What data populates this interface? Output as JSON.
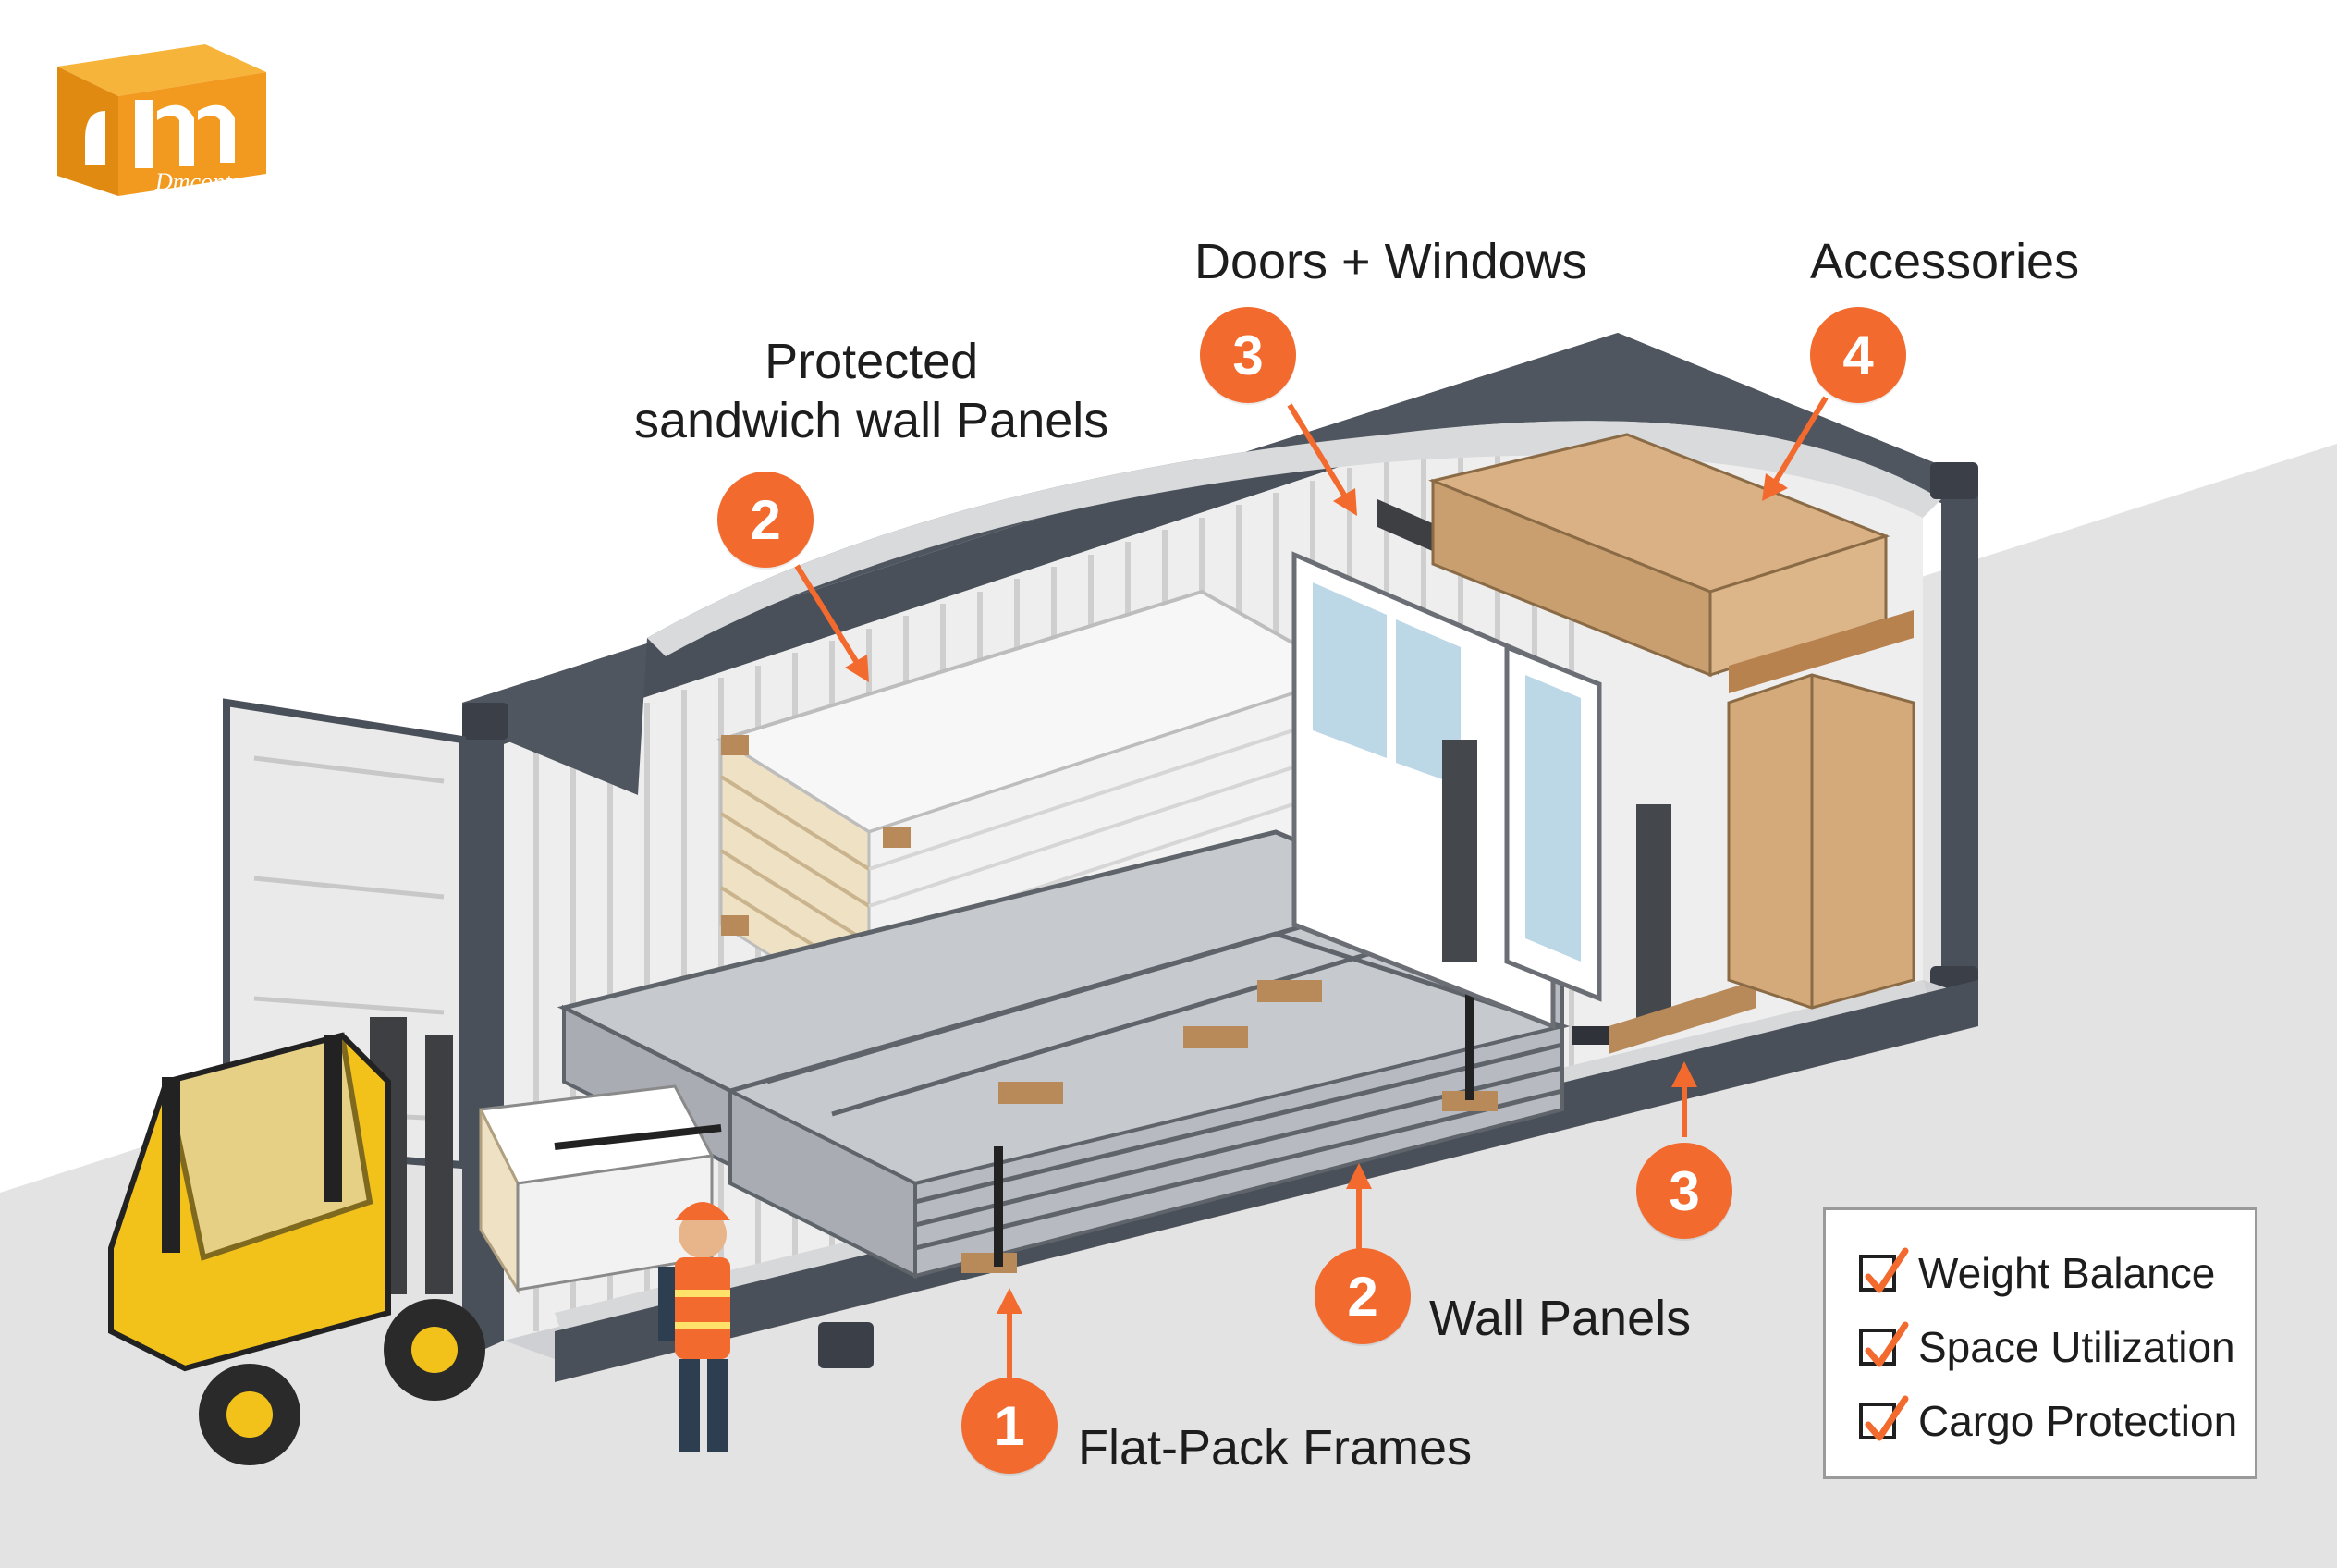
{
  "logo": {
    "text": "Dmcont",
    "color": "#f29a20"
  },
  "labels": {
    "protected_panels": "Protected\nsandwich wall Panels",
    "doors_windows": "Doors + Windows",
    "accessories": "Accessories",
    "wall_panels": "Wall Panels",
    "flat_pack_frames": "Flat-Pack Frames"
  },
  "badges": {
    "flat_pack_frames": "1",
    "wall_panels": "2",
    "protected_panels": "2",
    "doors_windows": "3",
    "lower_bay": "3",
    "accessories": "4"
  },
  "checklist": {
    "items": [
      "Weight Balance",
      "Space Utilization",
      "Cargo Protection"
    ]
  },
  "colors": {
    "accent": "#f26a2e",
    "container_frame": "#4a505a",
    "forklift": "#f2c21b",
    "floor": "#e2e2e2"
  }
}
